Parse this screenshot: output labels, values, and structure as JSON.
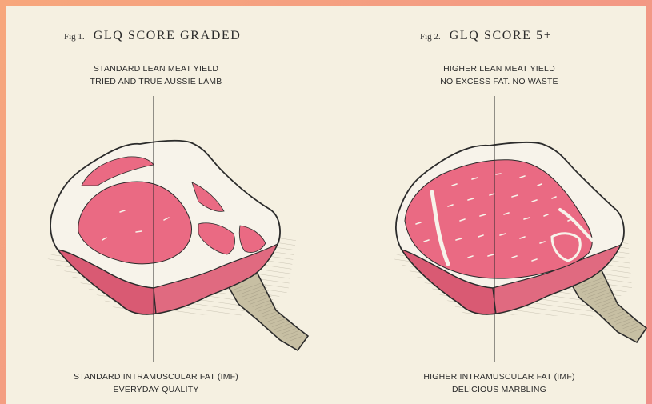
{
  "figures": [
    {
      "fig_label": "Fig 1.",
      "title": "GLQ SCORE GRADED",
      "top_caption": [
        "STANDARD LEAN MEAT YIELD",
        "TRIED AND TRUE AUSSIE LAMB"
      ],
      "bottom_caption": [
        "STANDARD INTRAMUSCULAR FAT (IMF)",
        "EVERYDAY QUALITY"
      ]
    },
    {
      "fig_label": "Fig 2.",
      "title": "GLQ SCORE 5+",
      "top_caption": [
        "HIGHER LEAN MEAT YIELD",
        "NO EXCESS FAT. NO WASTE"
      ],
      "bottom_caption": [
        "HIGHER INTRAMUSCULAR FAT (IMF)",
        "DELICIOUS MARBLING"
      ]
    }
  ],
  "colors": {
    "frame": "#f39a7c",
    "background": "#f5f0e1",
    "meat": "#ea6a83",
    "fat": "#f7f3ea",
    "bone": "#bdb49a",
    "ink": "#2b2b2b"
  }
}
